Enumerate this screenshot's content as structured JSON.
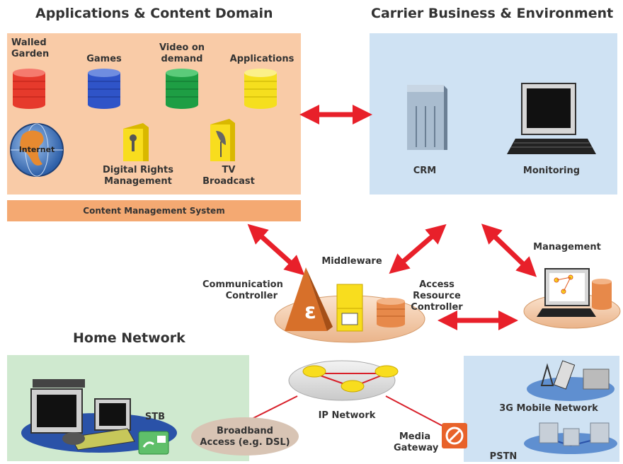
{
  "titles": {
    "applications": "Applications & Content Domain",
    "carrier": "Carrier Business & Environment",
    "home": "Home Network"
  },
  "applications": {
    "walled_garden": "Walled Garden",
    "games": "Games",
    "video_on_demand": "Video on demand",
    "applications": "Applications",
    "internet": "Internet",
    "drm": "Digital Rights Management",
    "tv_broadcast": "TV Broadcast",
    "cms": "Content Management System"
  },
  "carrier": {
    "crm": "CRM",
    "monitoring": "Monitoring"
  },
  "middle": {
    "middleware": "Middleware",
    "communication_controller": "Communication Controller",
    "access_resource_controller": "Access Resource Controller",
    "management": "Management"
  },
  "network": {
    "ip_network": "IP Network",
    "broadband_access": "Broadband Access (e.g. DSL)",
    "media_gateway": "Media Gateway",
    "stb": "STB",
    "mobile": "3G Mobile Network",
    "pstn": "PSTN"
  },
  "colors": {
    "app_panel": "#f9cba7",
    "cms_bar": "#f4a972",
    "carrier_panel": "#cfe2f3",
    "home_panel": "#cfe9cf",
    "arrow": "#e8202a",
    "platform": "#f6d4b8"
  }
}
